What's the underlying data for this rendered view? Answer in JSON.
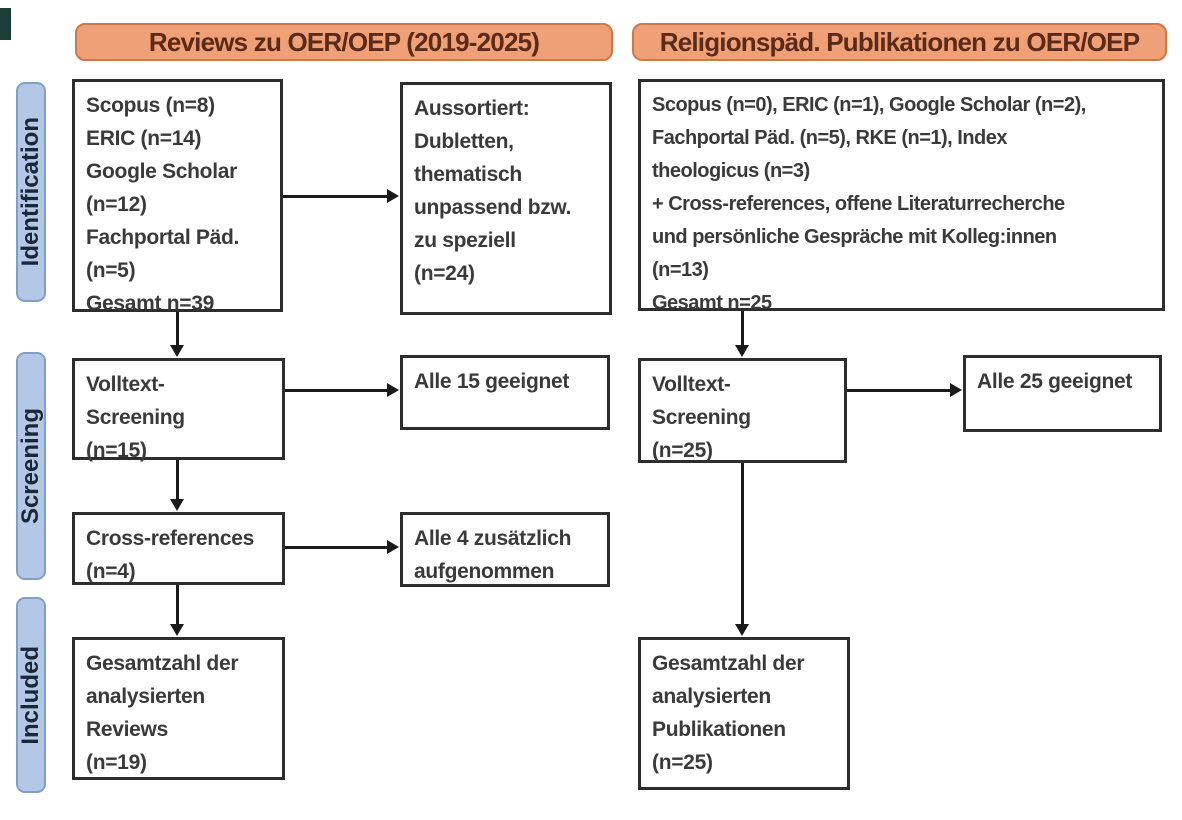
{
  "headers": {
    "reviews": "Reviews zu OER/OEP (2019-2025)",
    "religion": "Religionspäd. Publikationen zu OER/OEP"
  },
  "stages": {
    "identification": "Identification",
    "screening": "Screening",
    "included": "Included"
  },
  "left": {
    "identification": "Scopus (n=8)\nERIC (n=14)\nGoogle Scholar\n(n=12)\nFachportal Päd.\n(n=5)\nGesamt n=39",
    "sorted_out": "Aussortiert:\nDubletten,\nthematisch\nunpassend bzw.\nzu speziell\n(n=24)",
    "fulltext": "Volltext-\nScreening\n(n=15)",
    "eligible": "Alle 15 geeignet",
    "crossref": "Cross-references\n(n=4)",
    "added": "Alle 4 zusätzlich\naufgenommen",
    "total": "Gesamtzahl der\nanalysierten\nReviews\n(n=19)"
  },
  "right": {
    "identification": "Scopus (n=0), ERIC (n=1), Google Scholar (n=2),\nFachportal Päd. (n=5), RKE (n=1), Index\ntheologicus (n=3)\n+ Cross-references, offene Literaturrecherche\nund persönliche Gespräche mit Kolleg:innen\n(n=13)\nGesamt n=25",
    "fulltext": "Volltext-\nScreening\n(n=25)",
    "eligible": "Alle 25 geeignet",
    "total": "Gesamtzahl der\nanalysierten\nPublikationen\n(n=25)"
  },
  "colors": {
    "header_fill": "#efa077",
    "header_border": "#cd7847",
    "header_text": "#5b2b19",
    "stage_fill": "#b3c8e6",
    "stage_border": "#7f9fc7",
    "box_border": "#2d2d2d",
    "box_text": "#3a3a3a",
    "arrow": "#1a1a1a",
    "corner_mark": "#1c3c38"
  }
}
